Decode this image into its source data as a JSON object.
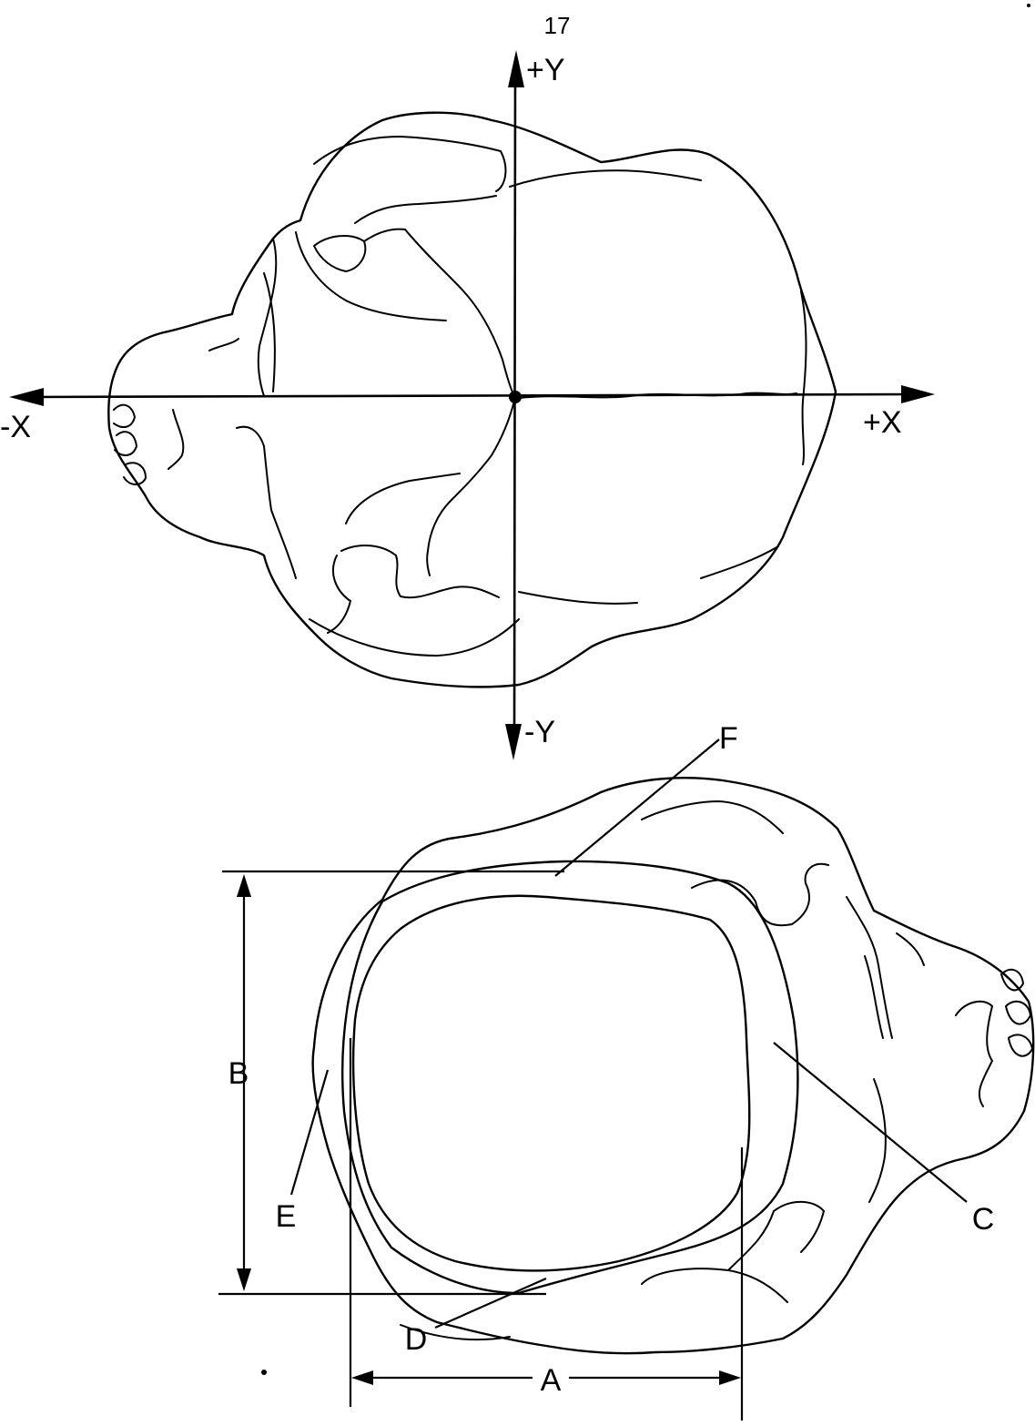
{
  "page_number": "17",
  "axes": {
    "plus_y": "+Y",
    "minus_y": "-Y",
    "plus_x": "+X",
    "minus_x": "-X"
  },
  "labels": {
    "a": "A",
    "b": "B",
    "c": "C",
    "d": "D",
    "e": "E",
    "f": "F"
  },
  "colors": {
    "ink": "#000000",
    "paper": "#ffffff"
  }
}
